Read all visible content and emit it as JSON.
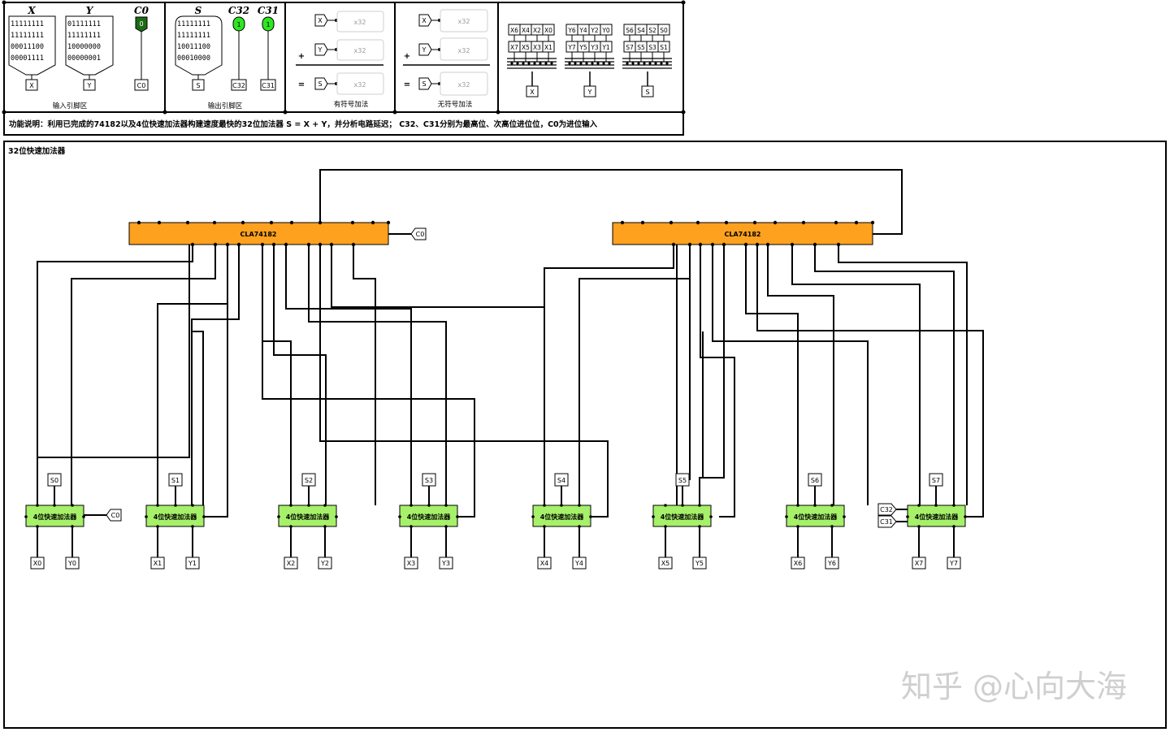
{
  "top_panel": {
    "input_pins": {
      "x_label": "X",
      "y_label": "Y",
      "c0_label": "C0",
      "x_rows": [
        "11111111",
        "11111111",
        "00011100",
        "00001111"
      ],
      "y_rows": [
        "01111111",
        "11111111",
        "10000000",
        "00000001"
      ],
      "c0_value": "0",
      "x_tag": "X",
      "y_tag": "Y",
      "c0_tag": "C0",
      "caption": "输入引脚区"
    },
    "output_pins": {
      "s_label": "S",
      "c32_label": "C32",
      "c31_label": "C31",
      "s_rows": [
        "11111111",
        "11111111",
        "10011100",
        "00010000"
      ],
      "c32_value": "1",
      "c31_value": "1",
      "s_tag": "S",
      "c32_tag": "C32",
      "c31_tag": "C31",
      "caption": "输出引脚区"
    },
    "signed_add": {
      "x_tag": "X",
      "y_tag": "Y",
      "s_tag": "S",
      "plus": "+",
      "equals": "=",
      "probe_text": "x32",
      "caption": "有符号加法"
    },
    "unsigned_add": {
      "x_tag": "X",
      "y_tag": "Y",
      "s_tag": "S",
      "plus": "+",
      "equals": "=",
      "probe_text": "x32",
      "caption": "无符号加法"
    },
    "splitters": {
      "x_bits": [
        "X6",
        "X4",
        "X2",
        "X0",
        "X7",
        "X5",
        "X3",
        "X1"
      ],
      "y_bits": [
        "Y6",
        "Y4",
        "Y2",
        "Y0",
        "Y7",
        "Y5",
        "Y3",
        "Y1"
      ],
      "s_bits": [
        "S6",
        "S4",
        "S2",
        "S0",
        "S7",
        "S5",
        "S3",
        "S1"
      ],
      "x_tag": "X",
      "y_tag": "Y",
      "s_tag": "S"
    }
  },
  "description": "功能说明：利用已完成的74182以及4位快速加法器构建速度最快的32位加法器 S = X + Y，并分析电路延迟；    C32、C31分别为最高位、次高位进位位，C0为进位输入",
  "circuit": {
    "title": "32位快速加法器",
    "cla_left_label": "CLA74182",
    "cla_right_label": "CLA74182",
    "c0_tag": "C0",
    "adder_label": "4位快速加法器",
    "sum_tags": [
      "S0",
      "S1",
      "S2",
      "S3",
      "S4",
      "S5",
      "S6",
      "S7"
    ],
    "x_tags": [
      "X0",
      "X1",
      "X2",
      "X3",
      "X4",
      "X5",
      "X6",
      "X7"
    ],
    "y_tags": [
      "Y0",
      "Y1",
      "Y2",
      "Y3",
      "Y4",
      "Y5",
      "Y6",
      "Y7"
    ],
    "adder0_cin_tag": "C0",
    "c32_tag": "C32",
    "c31_tag": "C31"
  },
  "watermark": "知乎 @心向大海",
  "colors": {
    "cla_fill": "#FDA11F",
    "adder_fill": "#A6F06A",
    "led_off": "#1B6B14",
    "led_on": "#2EE622",
    "frame": "#000000"
  }
}
